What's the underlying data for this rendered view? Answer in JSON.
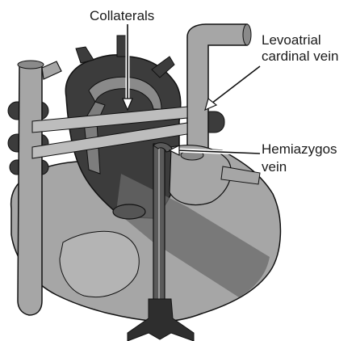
{
  "labels": {
    "collaterals": "Collaterals",
    "levoatrial_line1": "Levoatrial",
    "levoatrial_line2": "cardinal vein",
    "hemiazygos_line1": "Hemiazygos",
    "hemiazygos_line2": "vein"
  },
  "colors": {
    "background": "#ffffff",
    "heart_light": "#a6a6a6",
    "heart_mid": "#7d7d7d",
    "vessel_dark": "#3c3c3c",
    "outline": "#111111"
  }
}
